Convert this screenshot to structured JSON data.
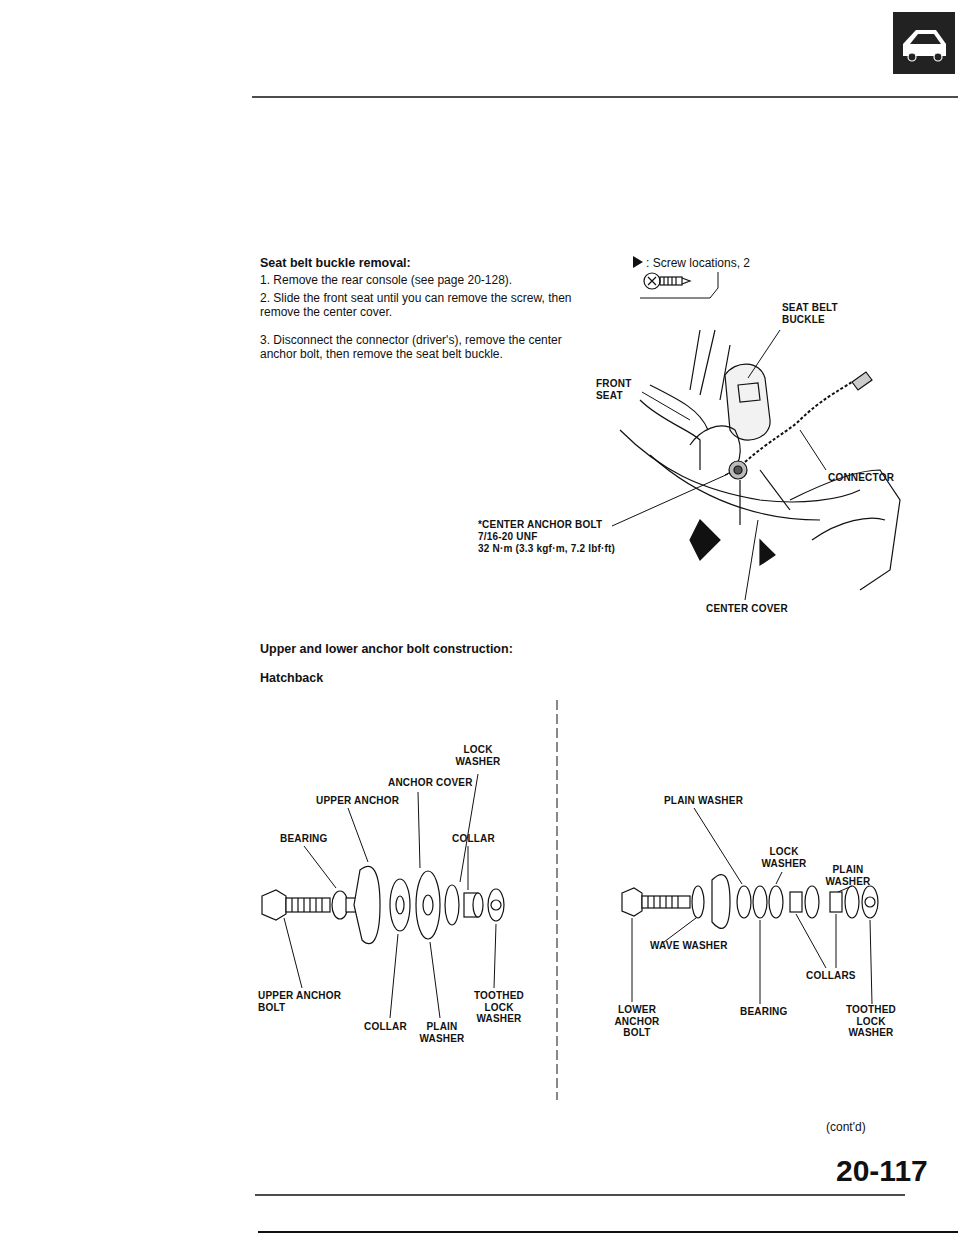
{
  "diagram": {
    "title": "Seat belt buckle removal:",
    "labels": [
      "1. Remove the rear console (see page 20-128).",
      "2. Slide the front seat until you can remove the screw, then remove the center cover.",
      "3. Disconnect the connector (driver's), remove the center anchor bolt, then remove the seat belt buckle.",
      ": Screw locations, 2",
      "SEAT BELT BUCKLE",
      "FRONT SEAT",
      "CONNECTOR",
      "*CENTER ANCHOR BOLT",
      "7/16-20 UNF",
      "32 N·m (3.3 kgf·m, 7.2 lbf·ft)",
      "CENTER COVER",
      "Upper and lower anchor bolt construction:",
      "Hatchback",
      "LOCK WASHER",
      "ANCHOR COVER",
      "UPPER ANCHOR",
      "BEARING",
      "COLLAR",
      "UPPER ANCHOR BOLT",
      "TOOTHED LOCK WASHER",
      "COLLAR",
      "PLAIN WASHER",
      "PLAIN WASHER",
      "LOCK WASHER",
      "PLAIN WASHER",
      "WAVE WASHER",
      "COLLARS",
      "LOWER ANCHOR BOLT",
      "BEARING",
      "TOOTHED LOCK WASHER",
      "(cont'd)",
      "20-117"
    ]
  }
}
